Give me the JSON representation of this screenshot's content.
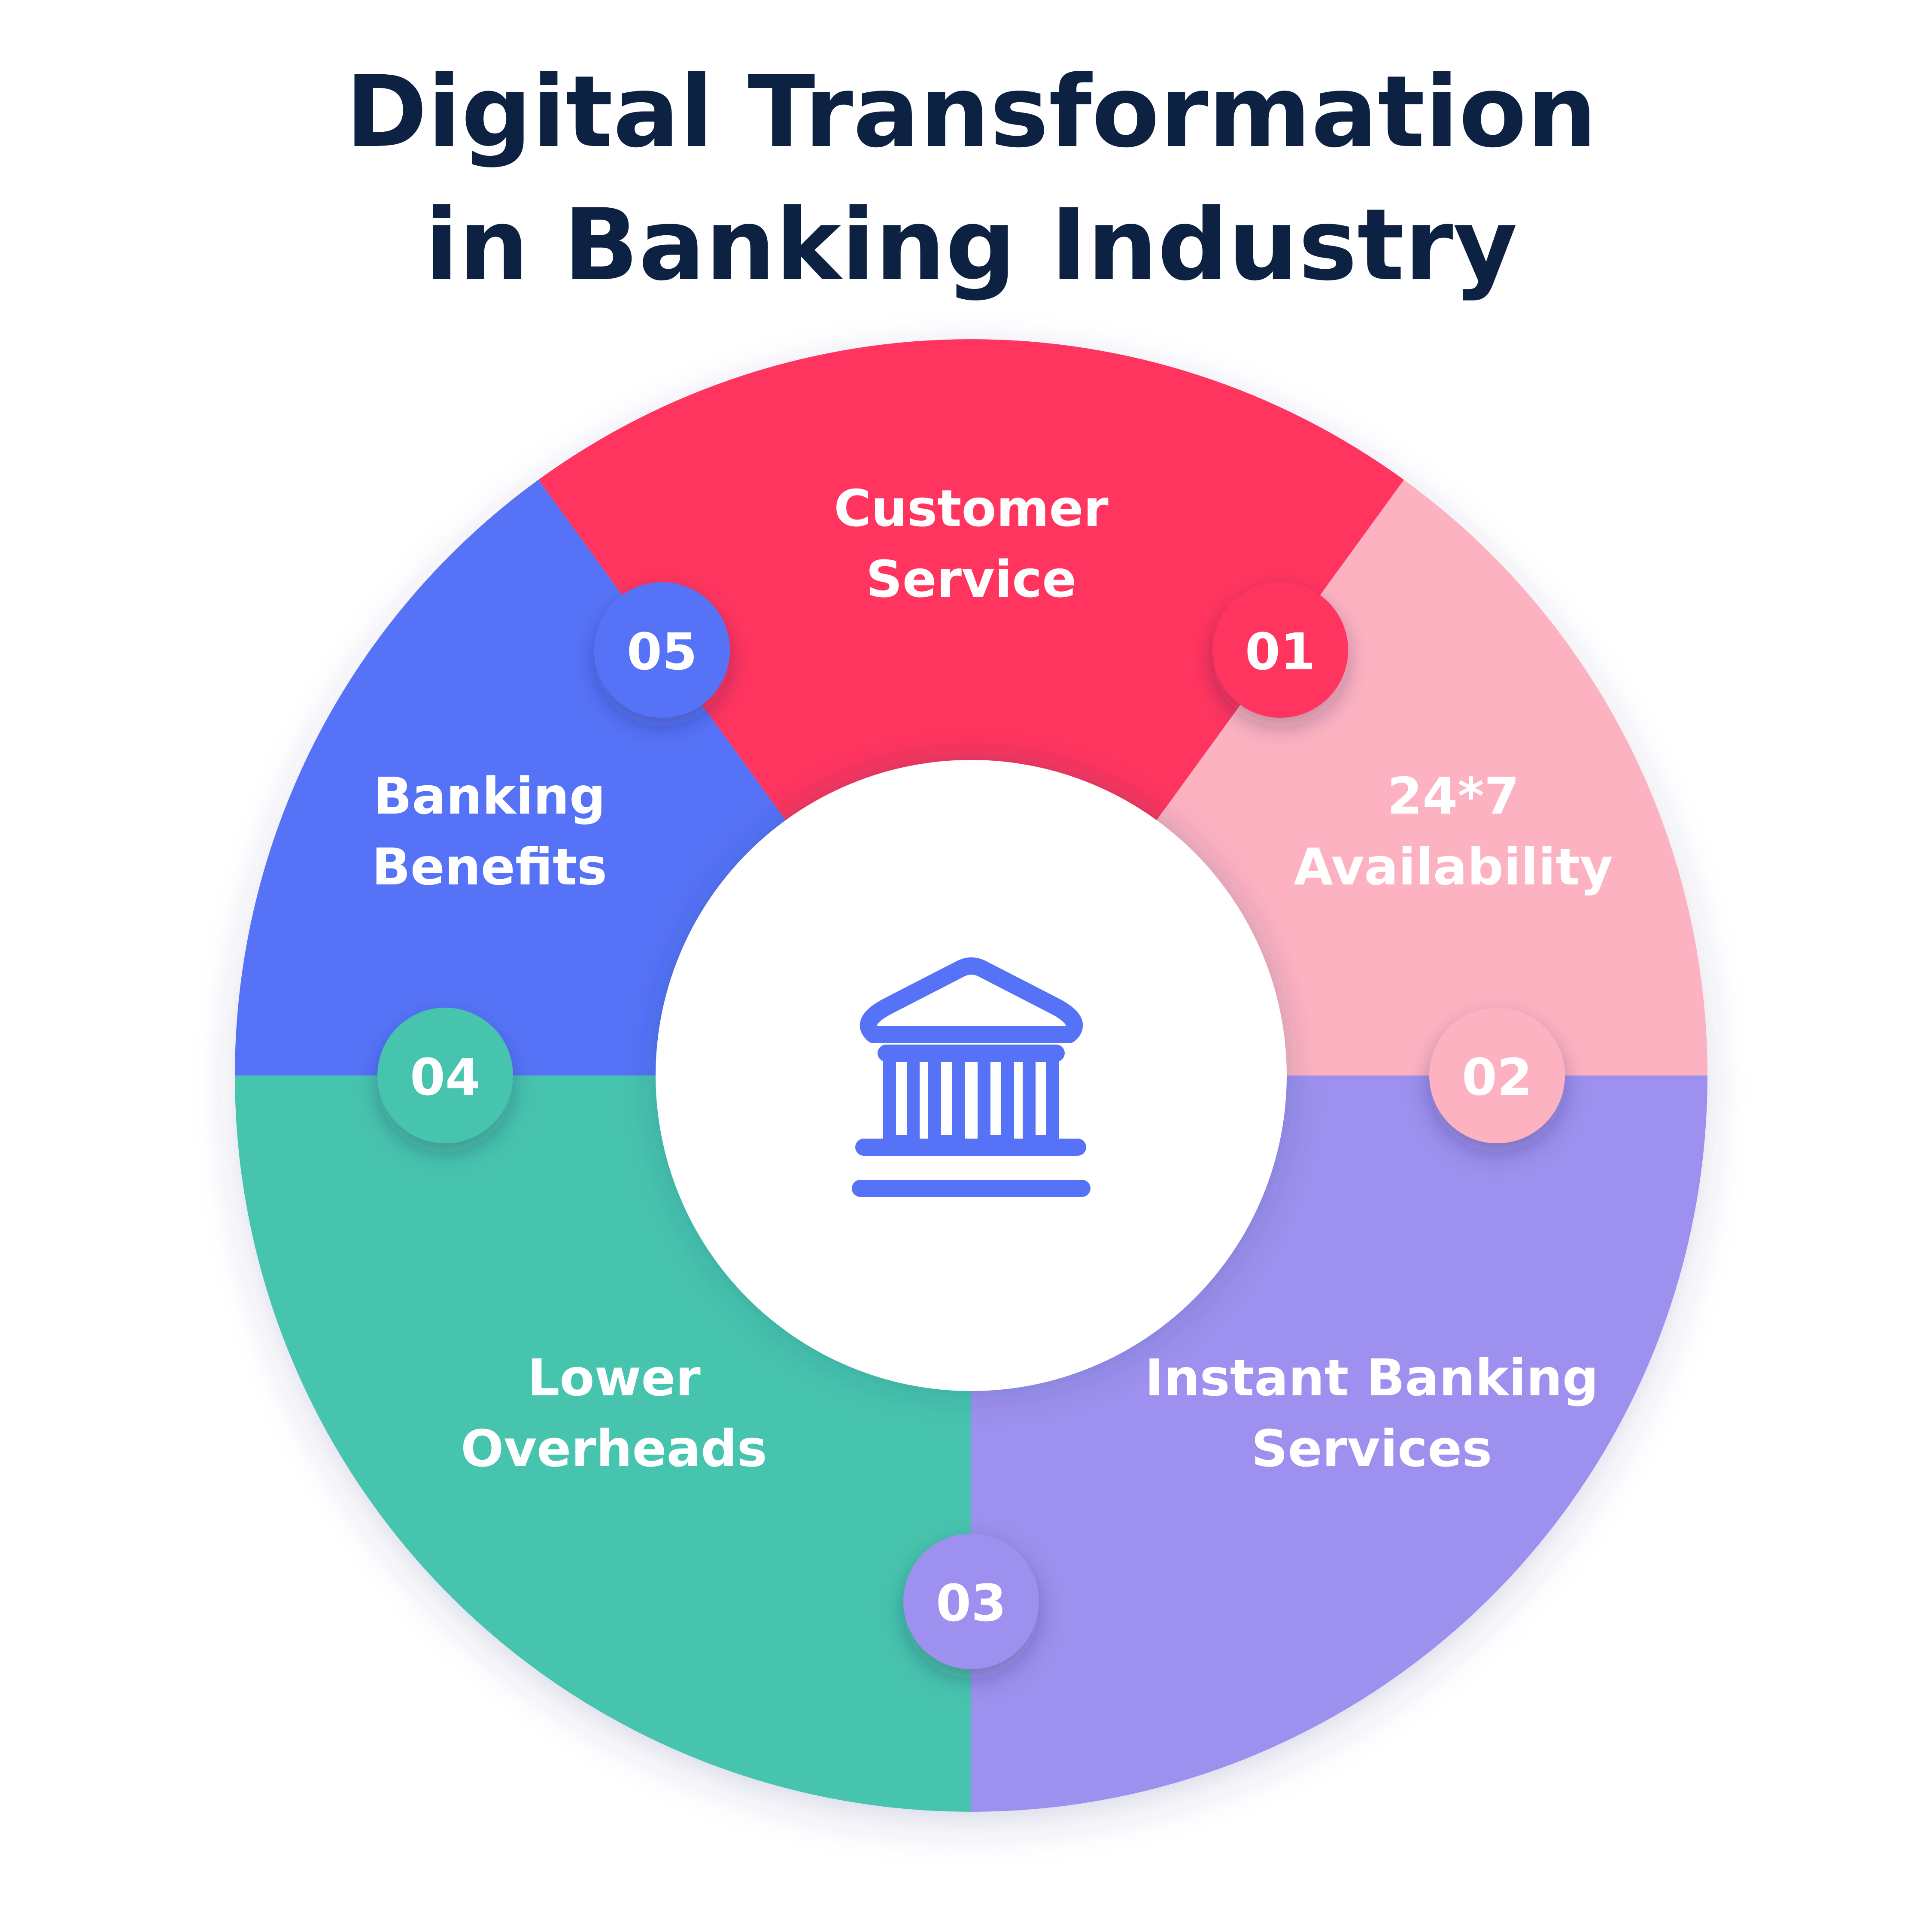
{
  "title": {
    "line1": "Digital Transformation",
    "line2": "in Banking Industry"
  },
  "center_icon": "bank-building-icon",
  "colors": {
    "title": "#0d2143",
    "icon": "#5673f8",
    "customer_service": "#ff365e",
    "availability": "#fdb2c1",
    "instant_banking": "#9d90ee",
    "lower_overheads": "#47c4ae",
    "banking_benefits": "#5673f8"
  },
  "segments": [
    {
      "id": "customer-service",
      "number": "01",
      "line1": "Customer",
      "line2": "Service",
      "color": "#ff365e"
    },
    {
      "id": "availability",
      "number": "02",
      "line1": "24*7",
      "line2": "Availability",
      "color": "#fdb2c1"
    },
    {
      "id": "instant-banking-services",
      "number": "03",
      "line1": "Instant Banking",
      "line2": "Services",
      "color": "#9d90ee"
    },
    {
      "id": "lower-overheads",
      "number": "04",
      "line1": "Lower",
      "line2": "Overheads",
      "color": "#47c4ae"
    },
    {
      "id": "banking-benefits",
      "number": "05",
      "line1": "Banking",
      "line2": "Benefits",
      "color": "#5673f8"
    }
  ]
}
